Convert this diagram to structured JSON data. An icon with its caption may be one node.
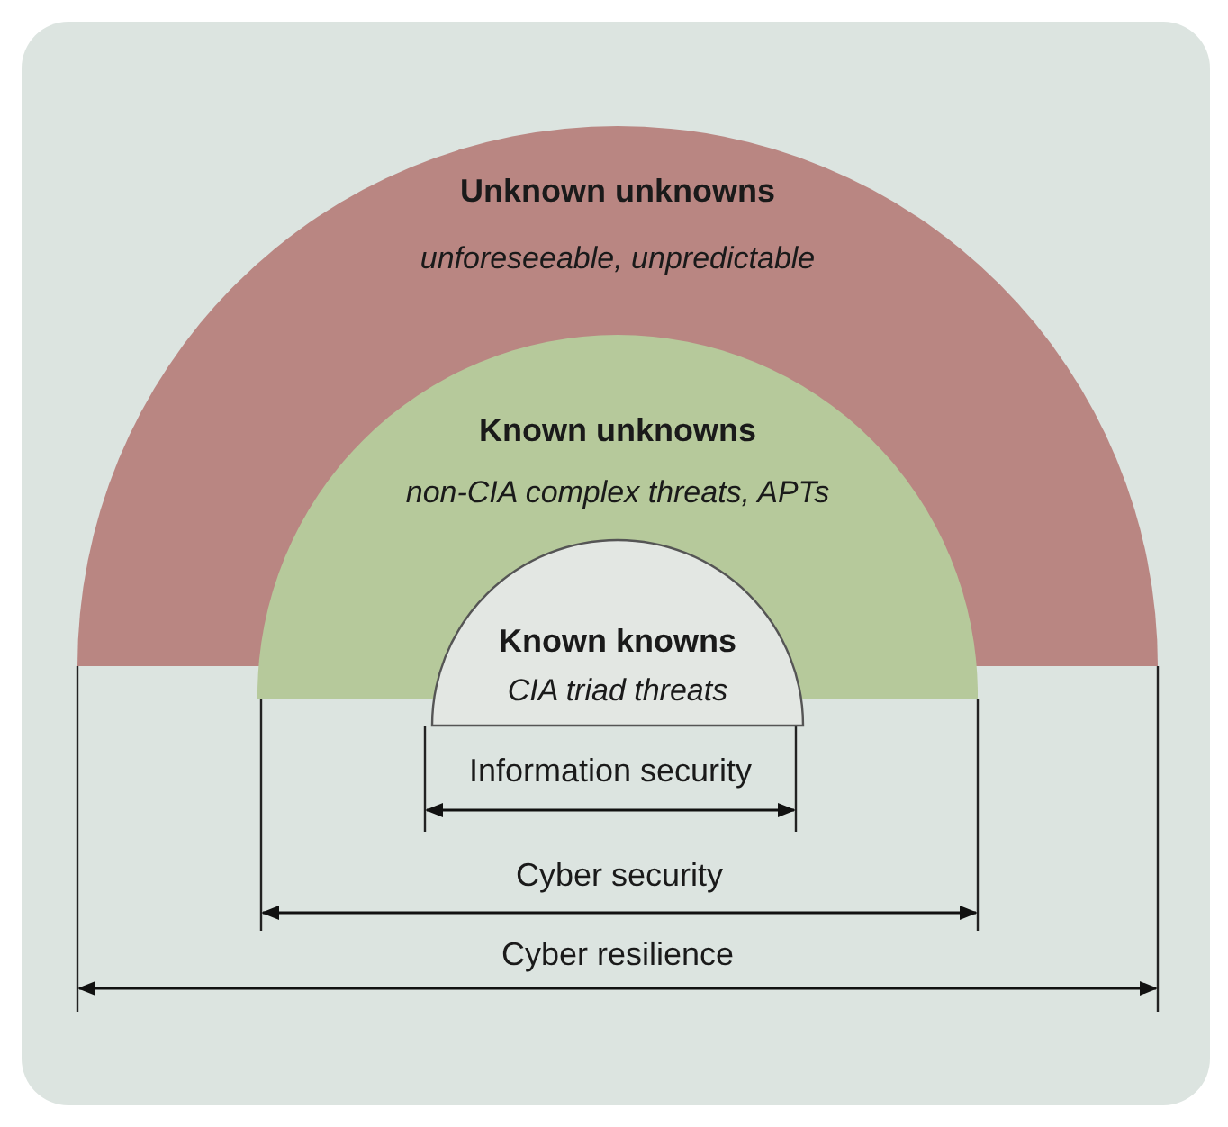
{
  "diagram": {
    "nodes": [
      {
        "text": [
          "Unknown unknowns",
          "unforeseeable, unpredictable"
        ]
      },
      {
        "text": [
          "Known unknowns",
          "non-CIA complex threats, APTs"
        ],
        "in": 0
      },
      {
        "text": [
          "Known knowns",
          "CIA triad threats"
        ],
        "in": 1
      }
    ],
    "edges": [],
    "labels": [
      "Information security",
      "Cyber security",
      "Cyber resilience"
    ]
  }
}
